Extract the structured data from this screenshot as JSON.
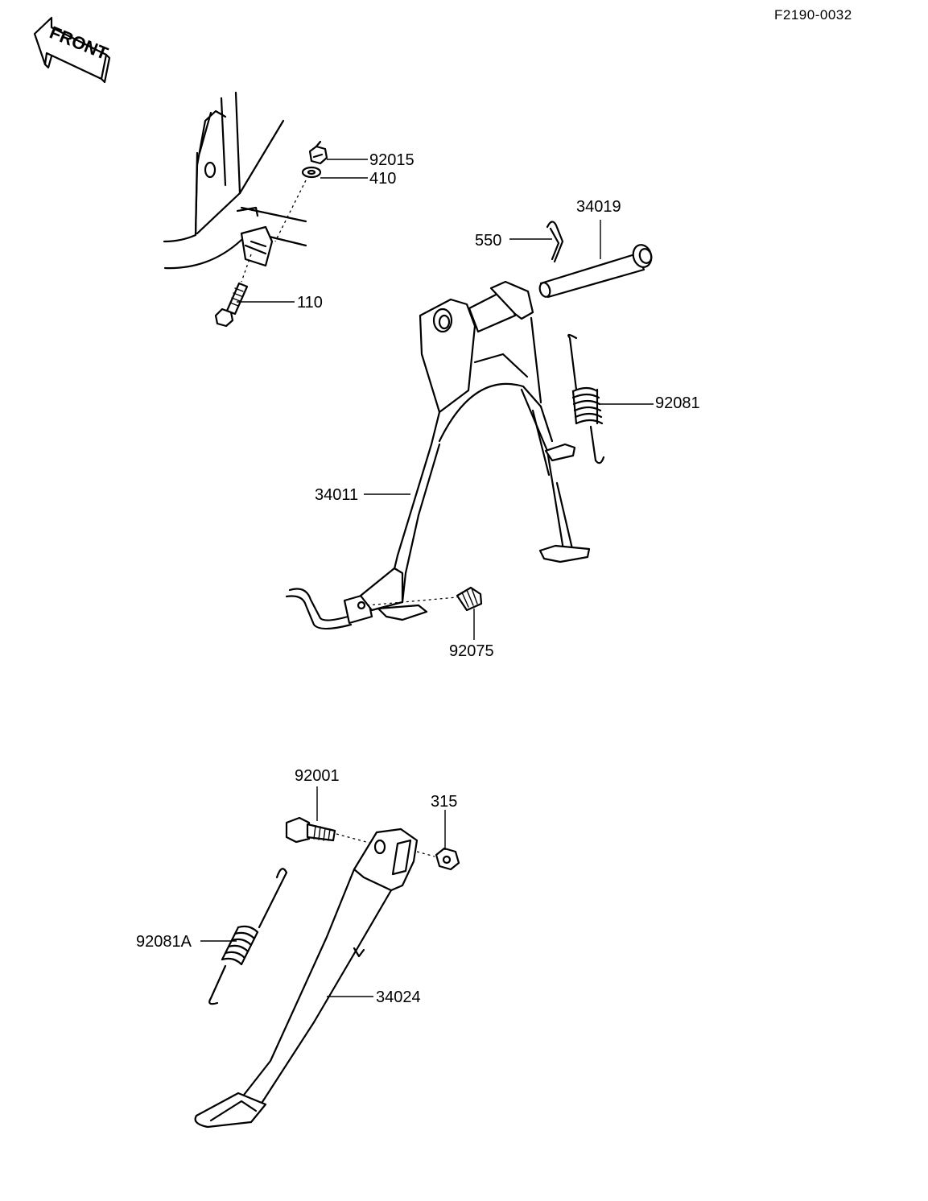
{
  "diagram_code": "F2190-0032",
  "direction_arrow": {
    "label": "FRONT",
    "icon": "front-direction-arrow-icon"
  },
  "parts": {
    "p92015": "92015",
    "p410": "410",
    "p110": "110",
    "p550": "550",
    "p34019": "34019",
    "p92081": "92081",
    "p34011": "34011",
    "p92075": "92075",
    "p92001": "92001",
    "p315": "315",
    "p92081A": "92081A",
    "p34024": "34024"
  }
}
